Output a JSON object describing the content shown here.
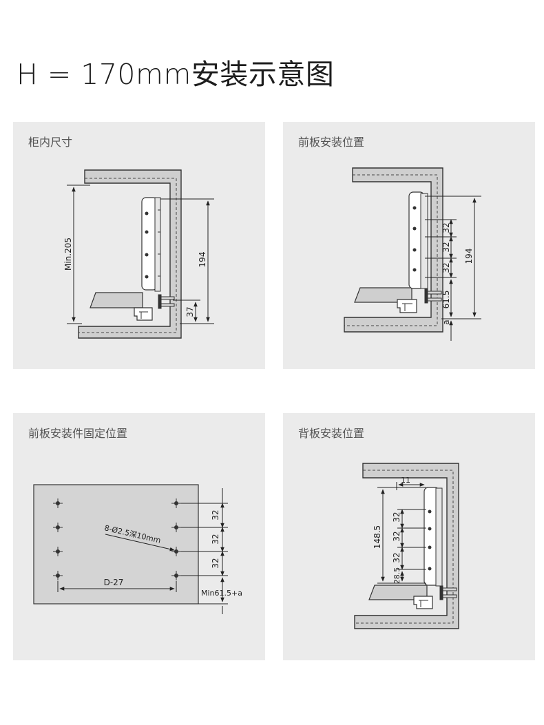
{
  "title": "H = 170mm安装示意图",
  "panels": {
    "cabinet": {
      "title": "柜内尺寸",
      "dims": {
        "min_height": "Min.205",
        "height": "194",
        "bottom": "37"
      }
    },
    "front_panel": {
      "title": "前板安装位置",
      "dims": {
        "pitch_1": "32",
        "pitch_2": "32",
        "pitch_3": "32",
        "bottom_offset": "61.5",
        "height": "194",
        "a": "a"
      }
    },
    "front_fixing": {
      "title": "前板安装件固定位置",
      "dims": {
        "pitch_1": "32",
        "pitch_2": "32",
        "pitch_3": "32",
        "min_offset": "Min61.5+a",
        "hole_spec": "8-Ø2.5深10mm",
        "width": "D-27"
      }
    },
    "back_panel": {
      "title": "背板安装位置",
      "dims": {
        "top_offset": "11",
        "pitch_1": "32",
        "pitch_2": "32",
        "pitch_3": "32",
        "height": "148.5",
        "bottom_offset": "28.5"
      }
    }
  }
}
